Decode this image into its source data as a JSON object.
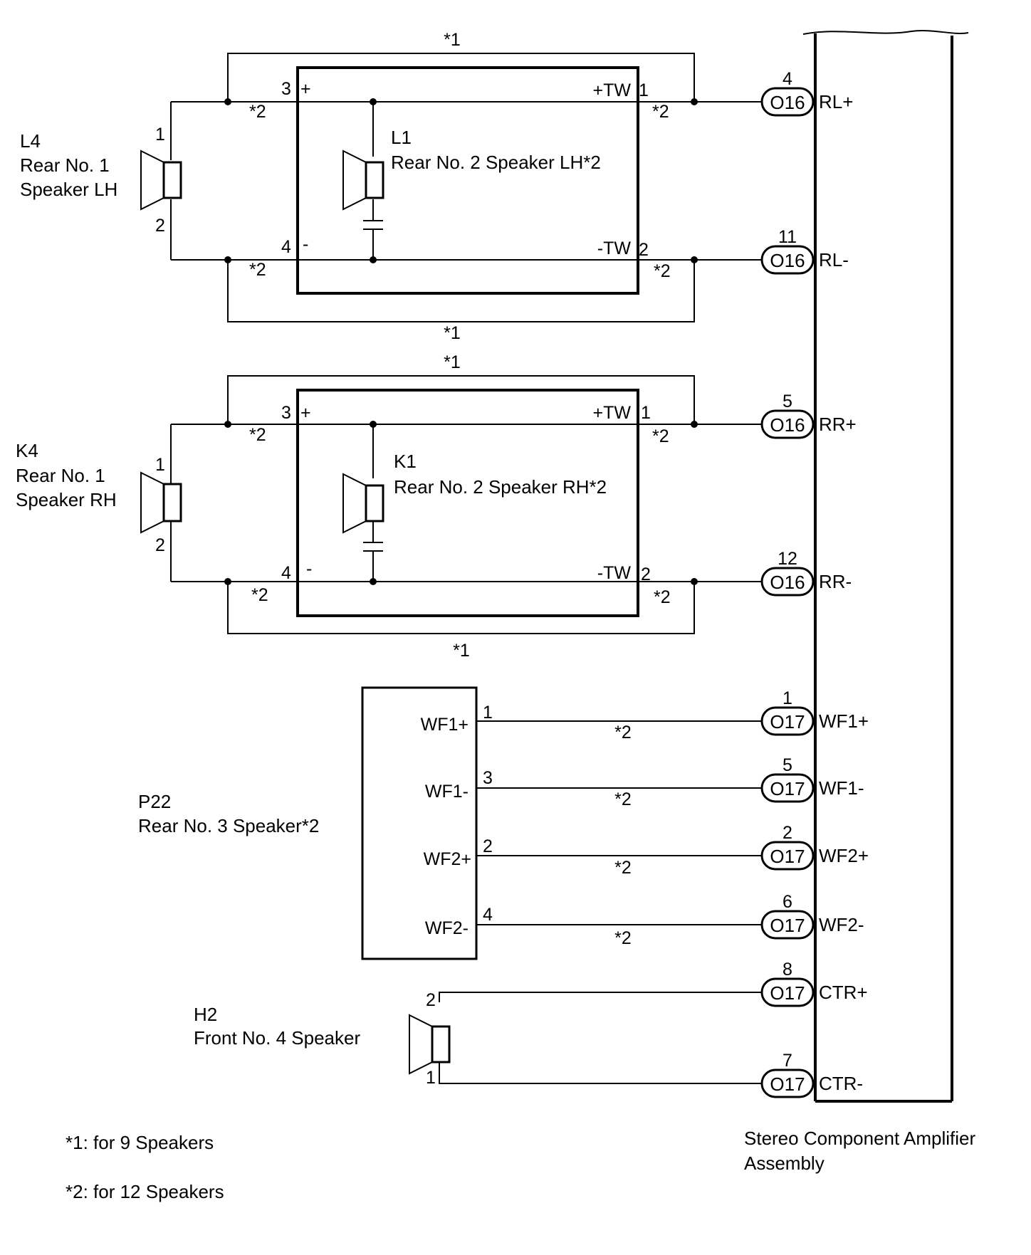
{
  "note_markers": {
    "star1": "*1",
    "star2": "*2"
  },
  "rear_lh": {
    "outer_id": "L4",
    "outer_name_line1": "Rear No. 1",
    "outer_name_line2": "Speaker LH",
    "outer_pin_top": "1",
    "outer_pin_bottom": "2",
    "inner_id": "L1",
    "inner_name": "Rear No. 2 Speaker LH*2",
    "box_pin_pos": "3",
    "box_pin_pos_sign": "+",
    "box_pin_neg": "4",
    "box_pin_neg_sign": "-",
    "box_out_pos": "+TW",
    "box_out_pos_pin": "1",
    "box_out_neg": "-TW",
    "box_out_neg_pin": "2"
  },
  "rear_rh": {
    "outer_id": "K4",
    "outer_name_line1": "Rear No. 1",
    "outer_name_line2": "Speaker RH",
    "outer_pin_top": "1",
    "outer_pin_bottom": "2",
    "inner_id": "K1",
    "inner_name": "Rear No. 2 Speaker RH*2",
    "box_pin_pos": "3",
    "box_pin_pos_sign": "+",
    "box_pin_neg": "4",
    "box_pin_neg_sign": "-",
    "box_out_pos": "+TW",
    "box_out_pos_pin": "1",
    "box_out_neg": "-TW",
    "box_out_neg_pin": "2"
  },
  "rear3": {
    "id": "P22",
    "name": "Rear No. 3 Speaker*2",
    "terminals": [
      {
        "label": "WF1+",
        "pin": "1"
      },
      {
        "label": "WF1-",
        "pin": "3"
      },
      {
        "label": "WF2+",
        "pin": "2"
      },
      {
        "label": "WF2-",
        "pin": "4"
      }
    ]
  },
  "front4": {
    "id": "H2",
    "name": "Front No. 4 Speaker",
    "pin_top": "2",
    "pin_bottom": "1"
  },
  "amplifier": {
    "name_line1": "Stereo Component Amplifier",
    "name_line2": "Assembly",
    "connections": [
      {
        "connector": "O16",
        "pin": "4",
        "signal": "RL+"
      },
      {
        "connector": "O16",
        "pin": "11",
        "signal": "RL-"
      },
      {
        "connector": "O16",
        "pin": "5",
        "signal": "RR+"
      },
      {
        "connector": "O16",
        "pin": "12",
        "signal": "RR-"
      },
      {
        "connector": "O17",
        "pin": "1",
        "signal": "WF1+"
      },
      {
        "connector": "O17",
        "pin": "5",
        "signal": "WF1-"
      },
      {
        "connector": "O17",
        "pin": "2",
        "signal": "WF2+"
      },
      {
        "connector": "O17",
        "pin": "6",
        "signal": "WF2-"
      },
      {
        "connector": "O17",
        "pin": "8",
        "signal": "CTR+"
      },
      {
        "connector": "O17",
        "pin": "7",
        "signal": "CTR-"
      }
    ]
  },
  "footnotes": [
    "*1: for 9 Speakers",
    "*2: for 12 Speakers"
  ]
}
